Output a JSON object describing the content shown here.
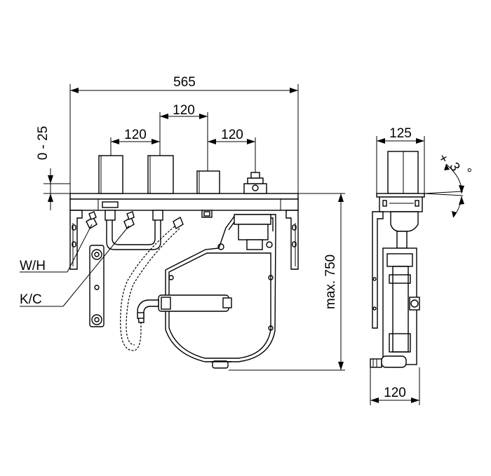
{
  "dimensions": {
    "overall_width": "565",
    "spacing_top": "120",
    "spacing_left": "120",
    "spacing_right": "120",
    "height_adjust": "0 - 25",
    "max_height": "max. 750",
    "side_depth_top": "125",
    "side_depth_bottom": "120",
    "tilt_plus": "+",
    "tilt_angle": "3",
    "tilt_degree": "°"
  },
  "labels": {
    "hot_water": "W/H",
    "cold_water": "K/C"
  }
}
